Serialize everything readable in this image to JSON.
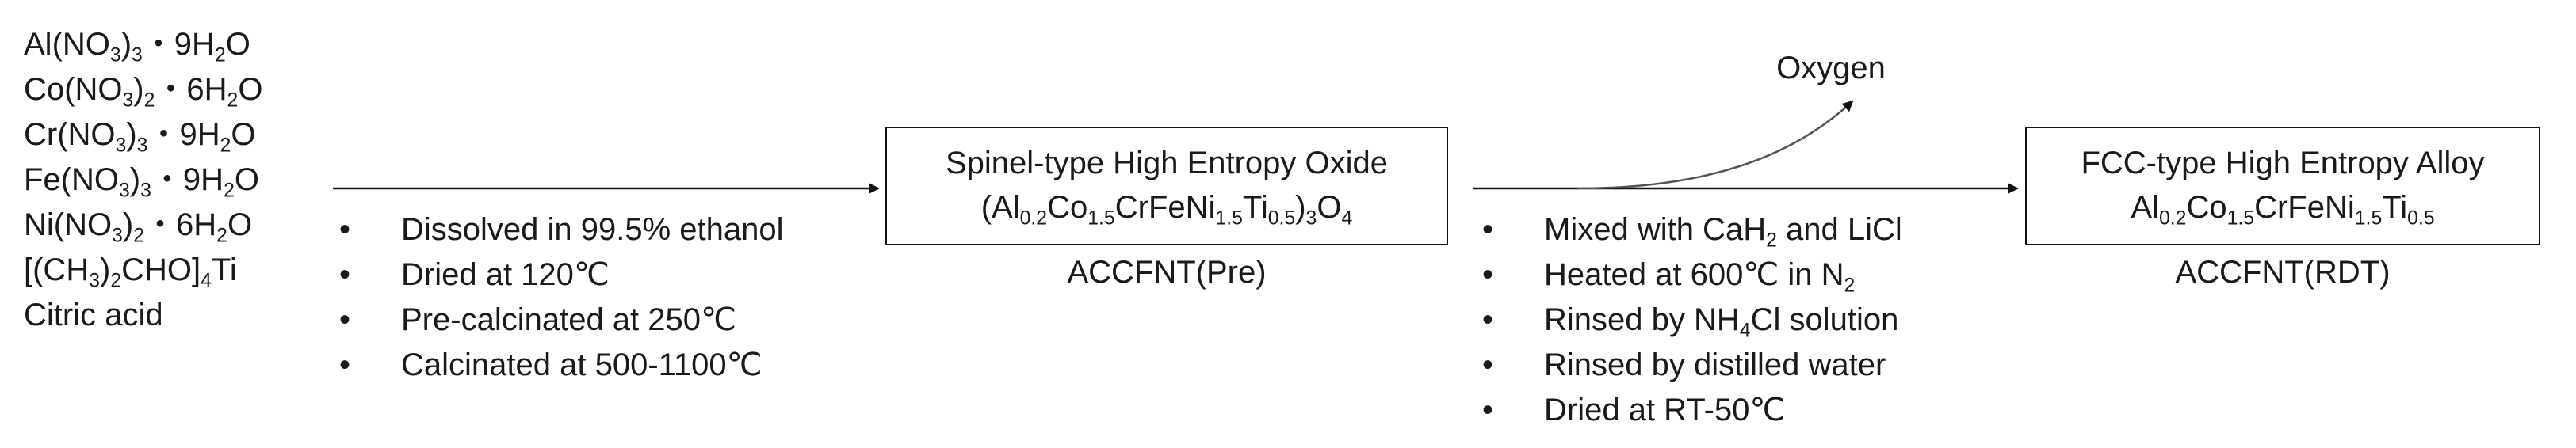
{
  "reagents": [
    "Al(NO3)3・9H2O",
    "Co(NO3)2・6H2O",
    "Cr(NO3)3・9H2O",
    "Fe(NO3)3・9H2O",
    "Ni(NO3)2・6H2O",
    "[(CH3)2CHO]4Ti",
    "Citric acid"
  ],
  "step1_conditions": [
    "Dissolved in 99.5% ethanol",
    "Dried at 120℃",
    "Pre-calcinated at 250℃",
    "Calcinated at 500-1100℃"
  ],
  "intermediate": {
    "title": "Spinel-type High Entropy Oxide",
    "formula": "(Al0.2Co1.5CrFeNi1.5Ti0.5)3O4",
    "label": "ACCFNT(Pre)"
  },
  "byproduct": "Oxygen",
  "step2_conditions": [
    "Mixed with CaH2 and LiCl",
    "Heated at 600℃ in N2",
    "Rinsed by NH4Cl solution",
    "Rinsed by distilled water",
    "Dried at RT-50℃"
  ],
  "product": {
    "title": "FCC-type High Entropy Alloy",
    "formula": "Al0.2Co1.5CrFeNi1.5Ti0.5",
    "label": "ACCFNT(RDT)"
  },
  "bullet_symbol": "•"
}
